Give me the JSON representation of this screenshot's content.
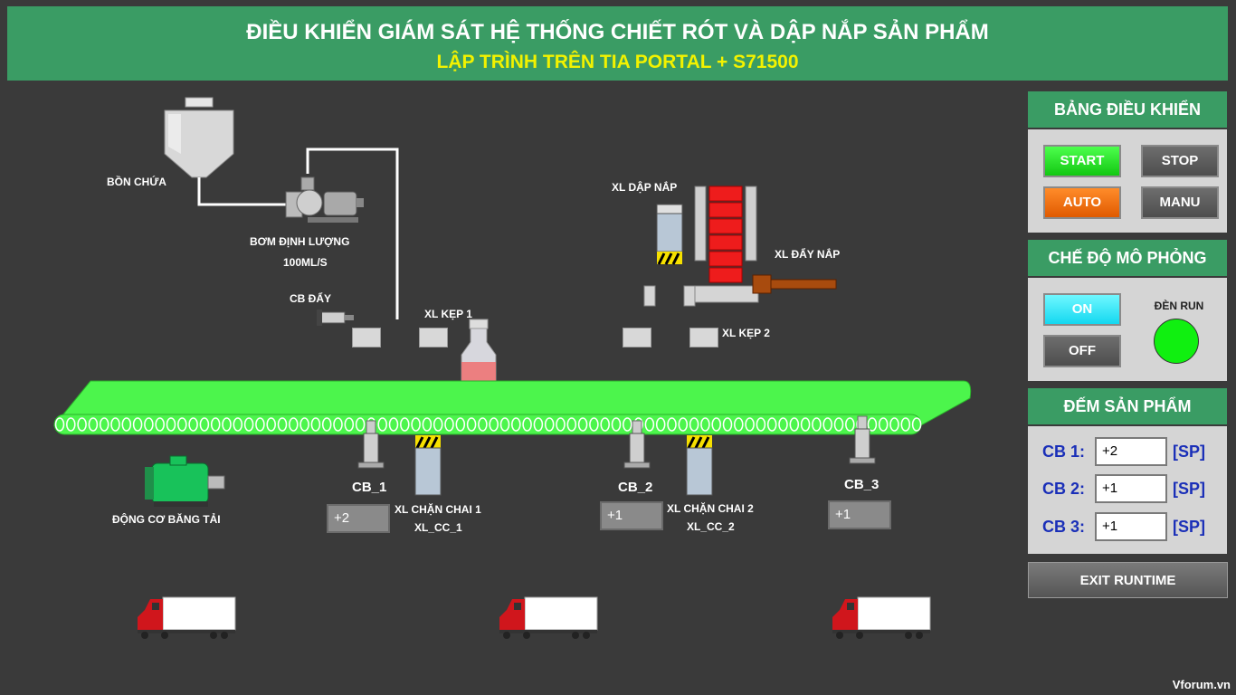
{
  "header": {
    "title": "ĐIỀU KHIỂN GIÁM SÁT HỆ THỐNG CHIẾT RÓT VÀ DẬP NẮP SẢN PHẨM",
    "subtitle": "LẬP TRÌNH TRÊN TIA PORTAL + S71500"
  },
  "process": {
    "tank_label": "BỒN CHỨA",
    "pump_label": "BƠM ĐỊNH LƯỢNG",
    "pump_rate": "100ML/S",
    "push_sensor_label": "CB ĐẨY",
    "clamp1_label": "XL KẸP 1",
    "clamp2_label": "XL KẸP 2",
    "capper_label": "XL DẬP NẮP",
    "cap_push_label": "XL ĐẨY NẮP",
    "motor_label": "ĐỘNG CƠ BĂNG TẢI",
    "sensor1_label": "CB_1",
    "sensor2_label": "CB_2",
    "sensor3_label": "CB_3",
    "stopper1_label": "XL CHẶN CHAI 1",
    "stopper1_tag": "XL_CC_1",
    "stopper2_label": "XL CHẶN CHAI 2",
    "stopper2_tag": "XL_CC_2",
    "sensor1_value": "+2",
    "sensor2_value": "+1",
    "sensor3_value": "+1"
  },
  "control_panel": {
    "title": "BẢNG ĐIỀU KHIỂN",
    "start": "START",
    "stop": "STOP",
    "auto": "AUTO",
    "manu": "MANU"
  },
  "sim_panel": {
    "title": "CHẾ ĐỘ MÔ PHỎNG",
    "on": "ON",
    "off": "OFF",
    "run_lamp_label": "ĐÈN RUN"
  },
  "counter_panel": {
    "title": "ĐẾM SẢN PHẨM",
    "rows": [
      {
        "label": "CB 1:",
        "value": "+2",
        "unit": "[SP]"
      },
      {
        "label": "CB 2:",
        "value": "+1",
        "unit": "[SP]"
      },
      {
        "label": "CB 3:",
        "value": "+1",
        "unit": "[SP]"
      }
    ]
  },
  "exit_button": "EXIT RUNTIME",
  "watermark": "Vforum.vn",
  "colors": {
    "header_bg": "#3a9c64",
    "subtitle": "#f2f200",
    "conveyor": "#4cf54c",
    "run_lamp": "#10f010",
    "counter_text": "#1a2fb8"
  }
}
